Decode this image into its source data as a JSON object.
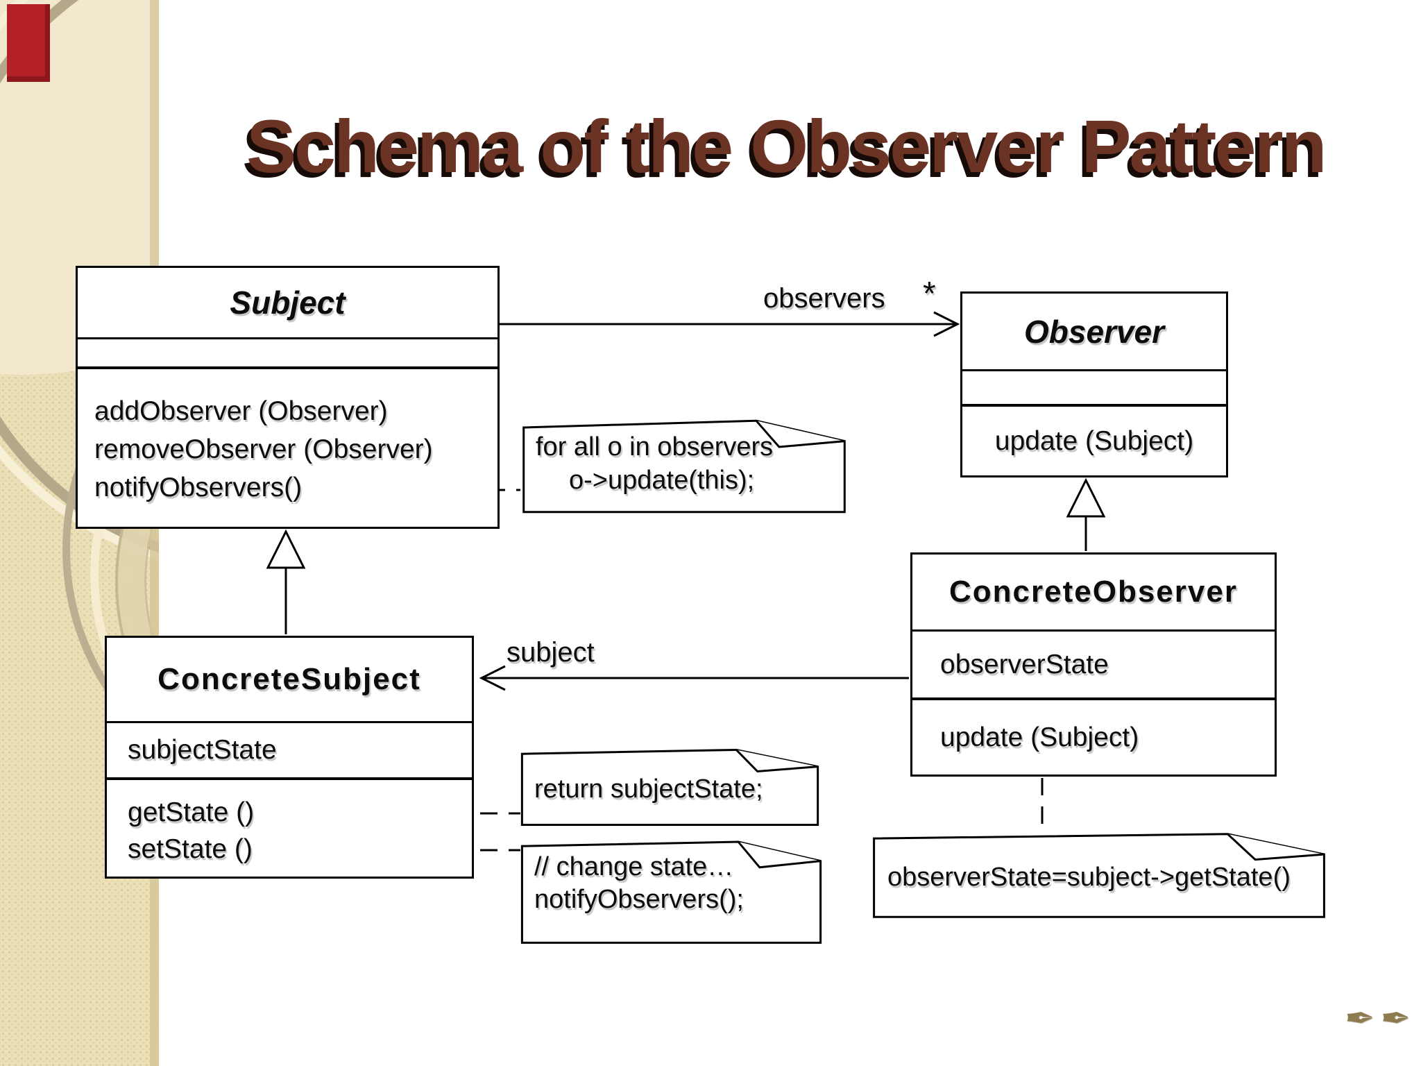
{
  "slide": {
    "title": "Schema of the Observer Pattern"
  },
  "colors": {
    "title_text": "#6a3323",
    "diagram_line": "#000000",
    "note_background": "#ffffff",
    "strip_background": "#eadfb6",
    "strip_edge": "#d5c498",
    "accent_red": "#b42025",
    "pen_icon": "#8d7b4f"
  },
  "classes": {
    "subject": {
      "name": "Subject",
      "stereotype": "abstract",
      "attributes": [],
      "methods": [
        "addObserver (Observer)",
        "removeObserver (Observer)",
        "notifyObservers()"
      ]
    },
    "observer": {
      "name": "Observer",
      "stereotype": "abstract",
      "attributes": [],
      "methods": [
        "update (Subject)"
      ]
    },
    "concrete_subject": {
      "name": "ConcreteSubject",
      "attributes": [
        "subjectState"
      ],
      "methods": [
        "getState ()",
        "setState ()"
      ]
    },
    "concrete_observer": {
      "name": "ConcreteObserver",
      "attributes": [
        "observerState"
      ],
      "methods": [
        "update (Subject)"
      ]
    }
  },
  "notes": {
    "notify": {
      "lines": [
        "for all o in observers",
        "o->update(this);"
      ]
    },
    "get_state": {
      "lines": [
        "return subjectState;"
      ]
    },
    "set_state": {
      "lines": [
        "// change state…",
        "notifyObservers();"
      ]
    },
    "update_impl": {
      "lines": [
        "observerState=subject->getState()"
      ]
    }
  },
  "labels": {
    "observers_role": "observers",
    "multiplicity": "*",
    "subject_role": "subject"
  },
  "relationships": [
    {
      "type": "association",
      "from": "Subject",
      "to": "Observer",
      "label": "observers *"
    },
    {
      "type": "association",
      "from": "ConcreteObserver",
      "to": "ConcreteSubject",
      "label": "subject"
    },
    {
      "type": "generalization",
      "from": "ConcreteSubject",
      "to": "Subject"
    },
    {
      "type": "generalization",
      "from": "ConcreteObserver",
      "to": "Observer"
    }
  ],
  "icons": {
    "pen": "✒"
  }
}
